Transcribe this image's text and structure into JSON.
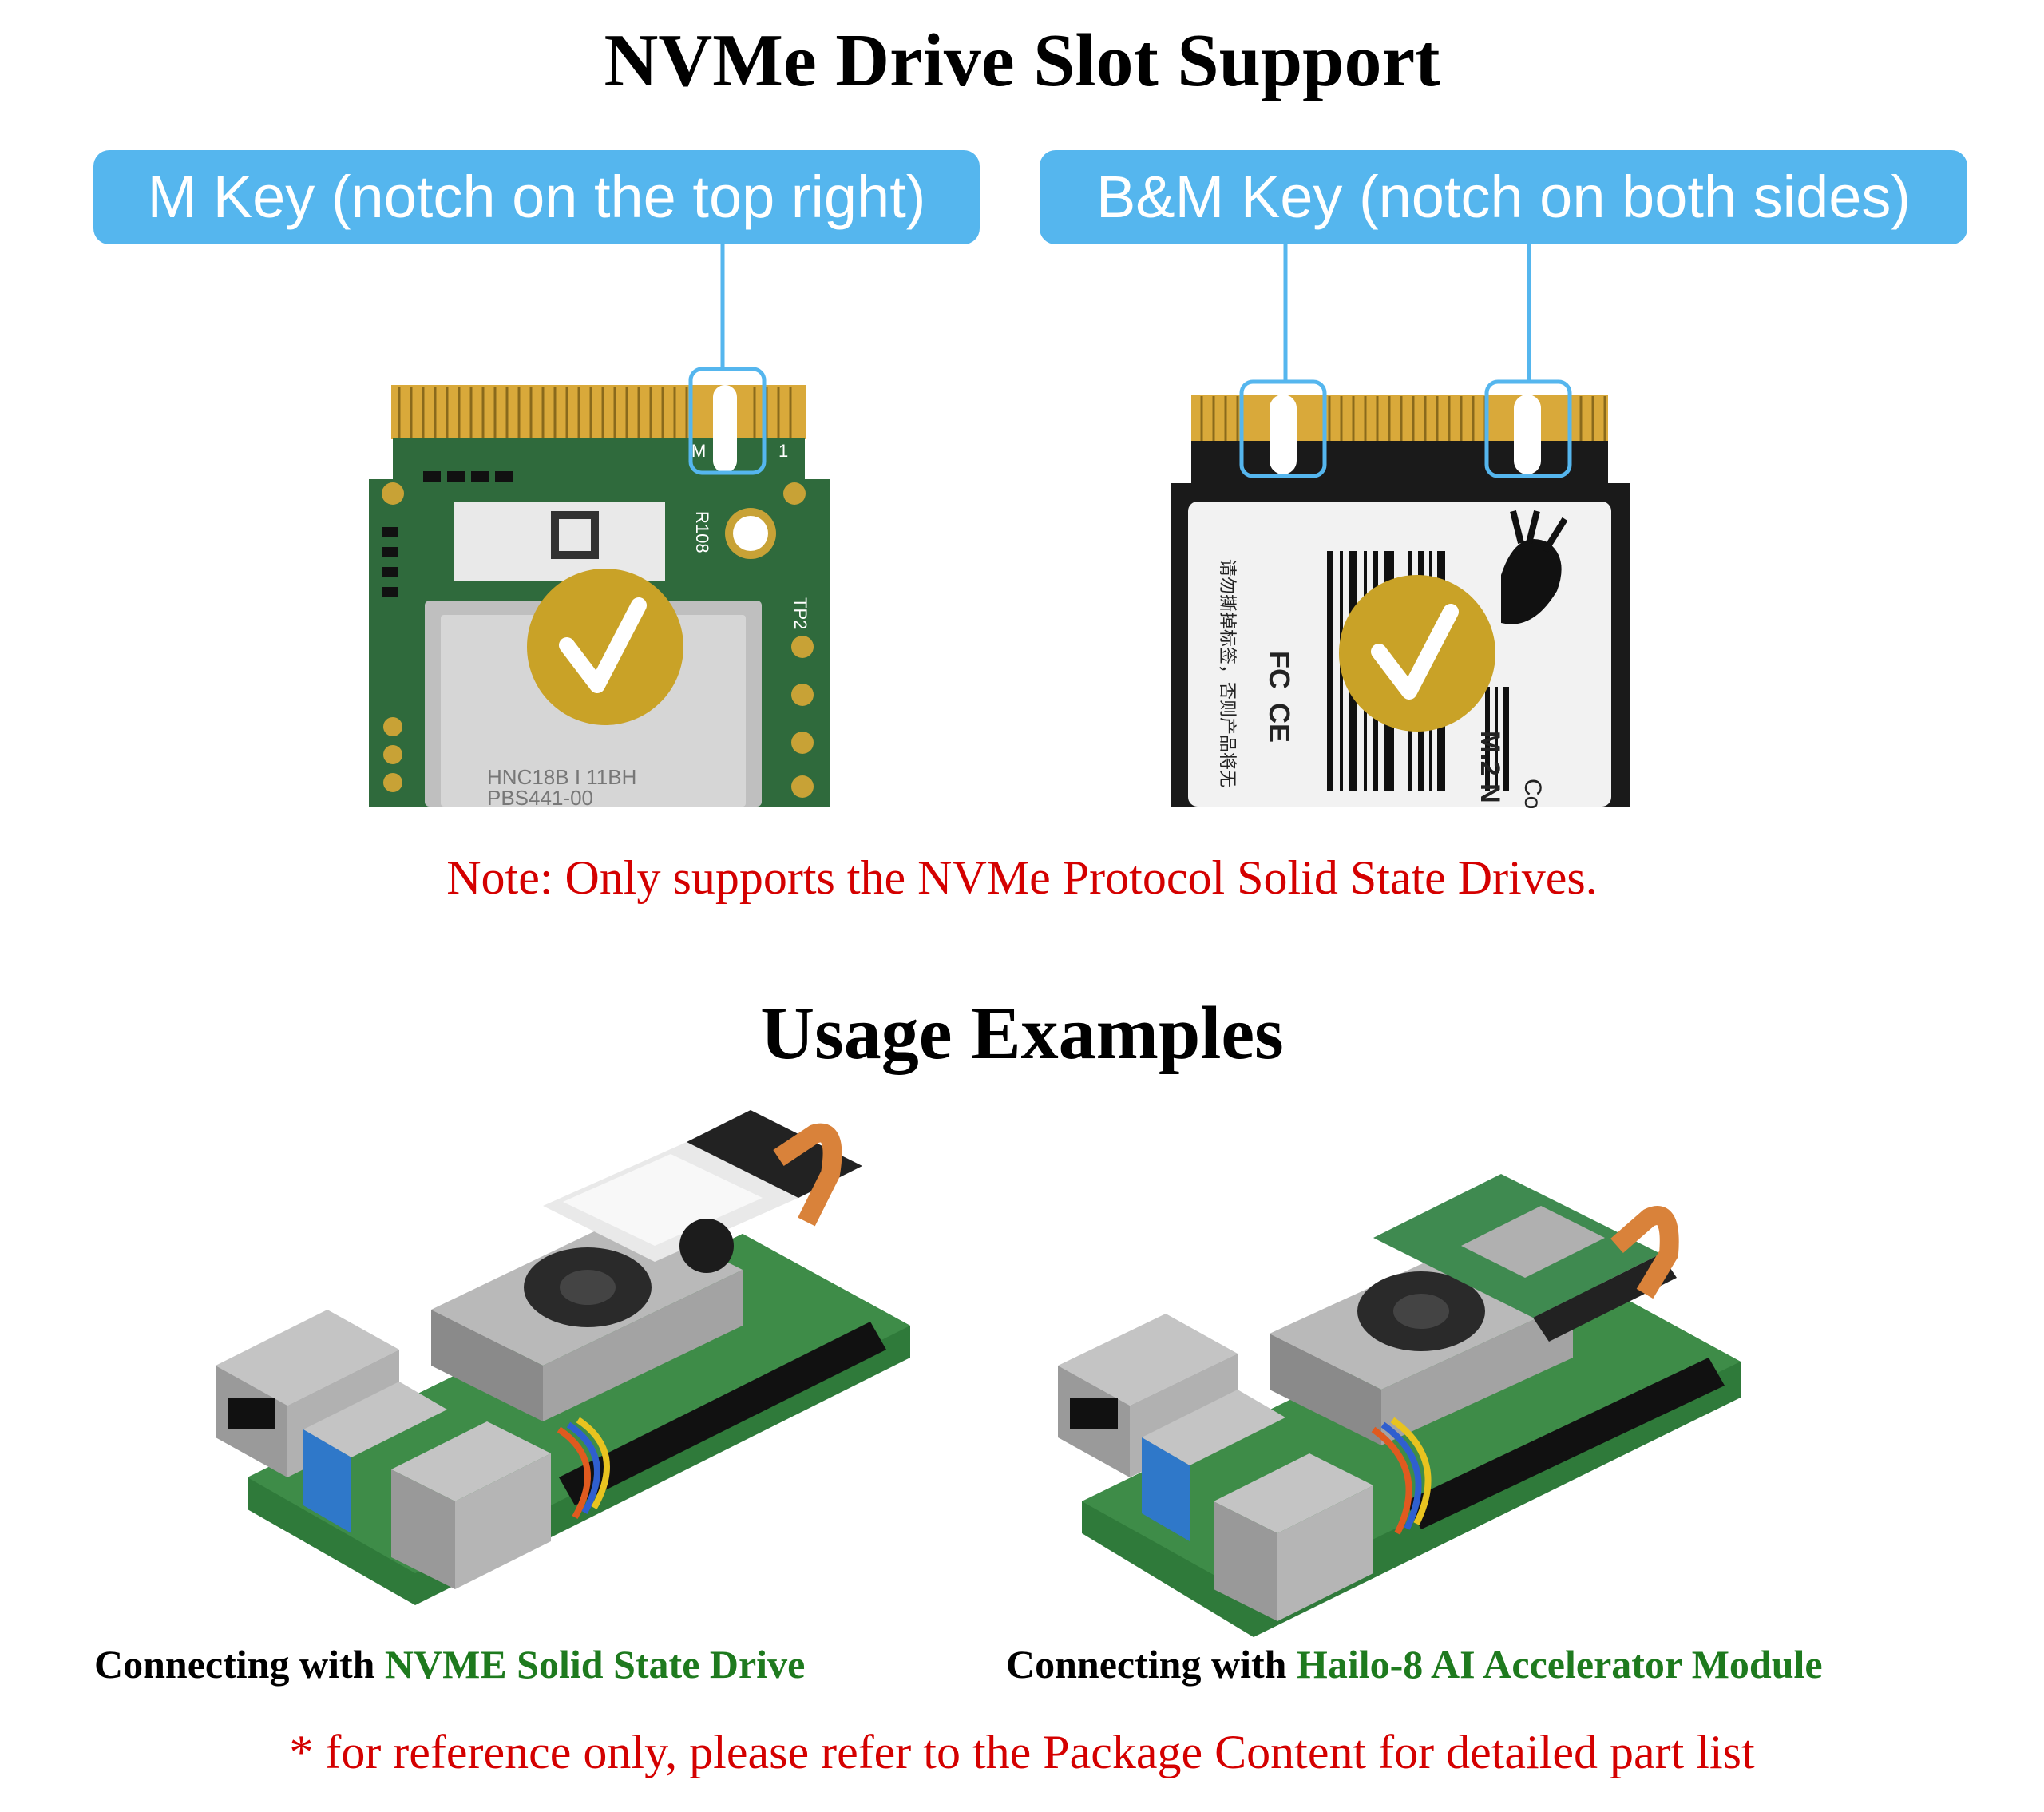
{
  "header": {
    "title": "NVMe Drive Slot Support"
  },
  "keys": {
    "m_key_label": "M Key (notch on the top right)",
    "bm_key_label": "B&M Key (notch on both sides)"
  },
  "cards": {
    "m_key_card": {
      "chip_text_1": "HNC18B I 11BH",
      "chip_text_2": "PBS441-00",
      "silk_r108": "R108",
      "silk_tp2": "TP2",
      "silk_m": "M",
      "silk_1": "1"
    },
    "bm_key_card": {
      "label_text": "M.2 N",
      "label_text_2": "Co",
      "cn_text": "请勿撕掉标签，否则产品将无",
      "fc_text": "FC",
      "ce_text": "CE"
    }
  },
  "notes": {
    "protocol_note": "Note: Only supports the NVMe Protocol Solid State Drives.",
    "reference_note": "* for reference only, please refer to the Package Content for detailed part list"
  },
  "usage": {
    "title": "Usage Examples",
    "example_1": {
      "prefix": "Connecting with ",
      "highlight": "NVME Solid State Drive"
    },
    "example_2": {
      "prefix": "Connecting with ",
      "highlight": "Hailo-8 AI Accelerator Module"
    }
  },
  "colors": {
    "pill_blue": "#55b6ee",
    "note_red": "#d40000",
    "highlight_green": "#1e7a1e",
    "check_gold": "#c9a227"
  },
  "icons": [
    "checkmark-icon",
    "fan-icon",
    "ethernet-port-icon",
    "usb-port-icon"
  ]
}
